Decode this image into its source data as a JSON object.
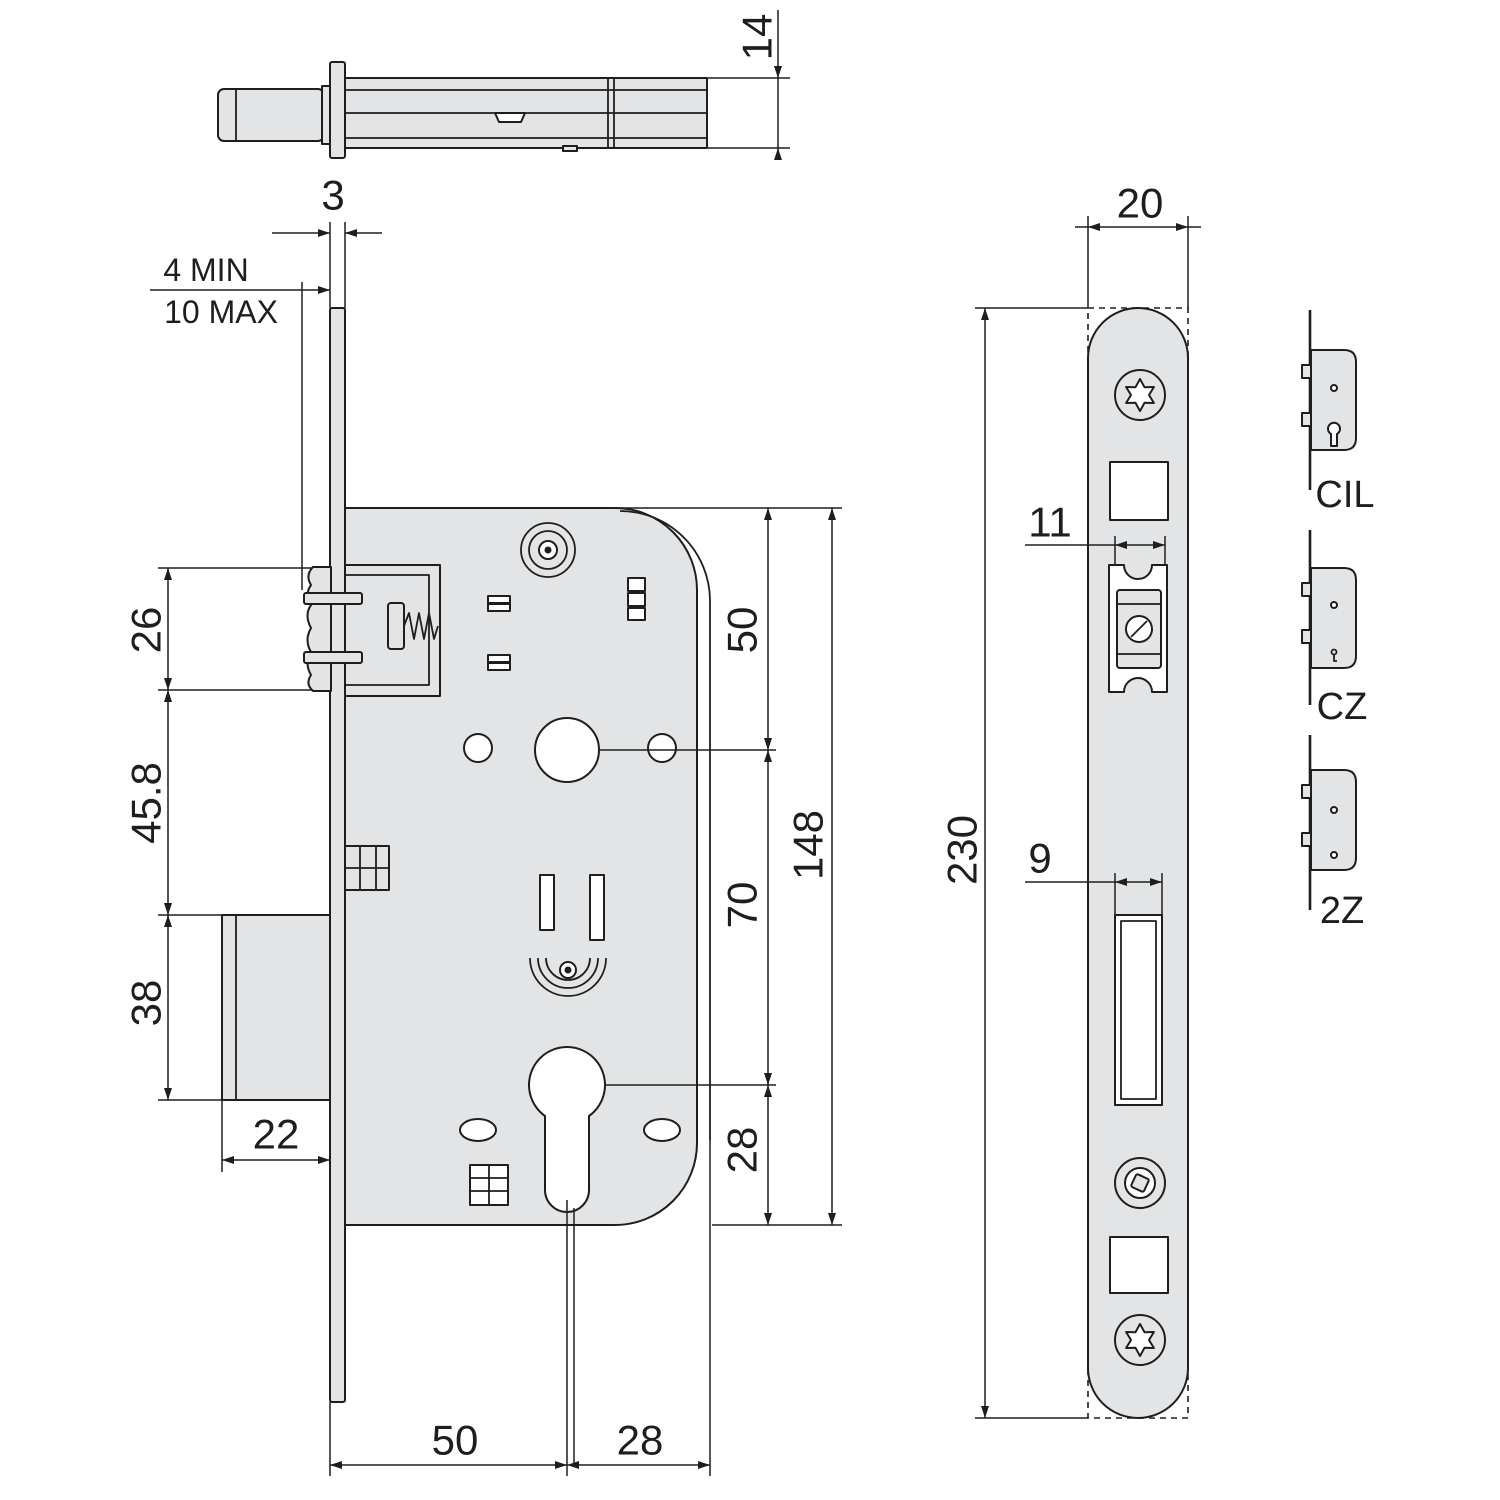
{
  "dimensions": {
    "top_view_thickness": "14",
    "faceplate_thickness": "3",
    "projection_min": "4 MIN",
    "projection_max": "10 MAX",
    "latch_height": "26",
    "latch_to_bolt": "45.8",
    "bolt_height": "38",
    "bolt_throw": "22",
    "top_to_follower": "50",
    "follower_to_cylinder": "70",
    "case_height": "148",
    "cylinder_to_bottom": "28",
    "backset": "50",
    "cylinder_to_back": "28",
    "faceplate_width": "20",
    "latch_slot_width": "11",
    "bolt_slot_width": "9",
    "faceplate_length": "230"
  },
  "variants": [
    {
      "label": "CIL"
    },
    {
      "label": "CZ"
    },
    {
      "label": "2Z"
    }
  ],
  "colors": {
    "line": "#1e1e1e",
    "metal": "#e3e4e5",
    "hole": "#ffffff",
    "background": "#ffffff"
  }
}
